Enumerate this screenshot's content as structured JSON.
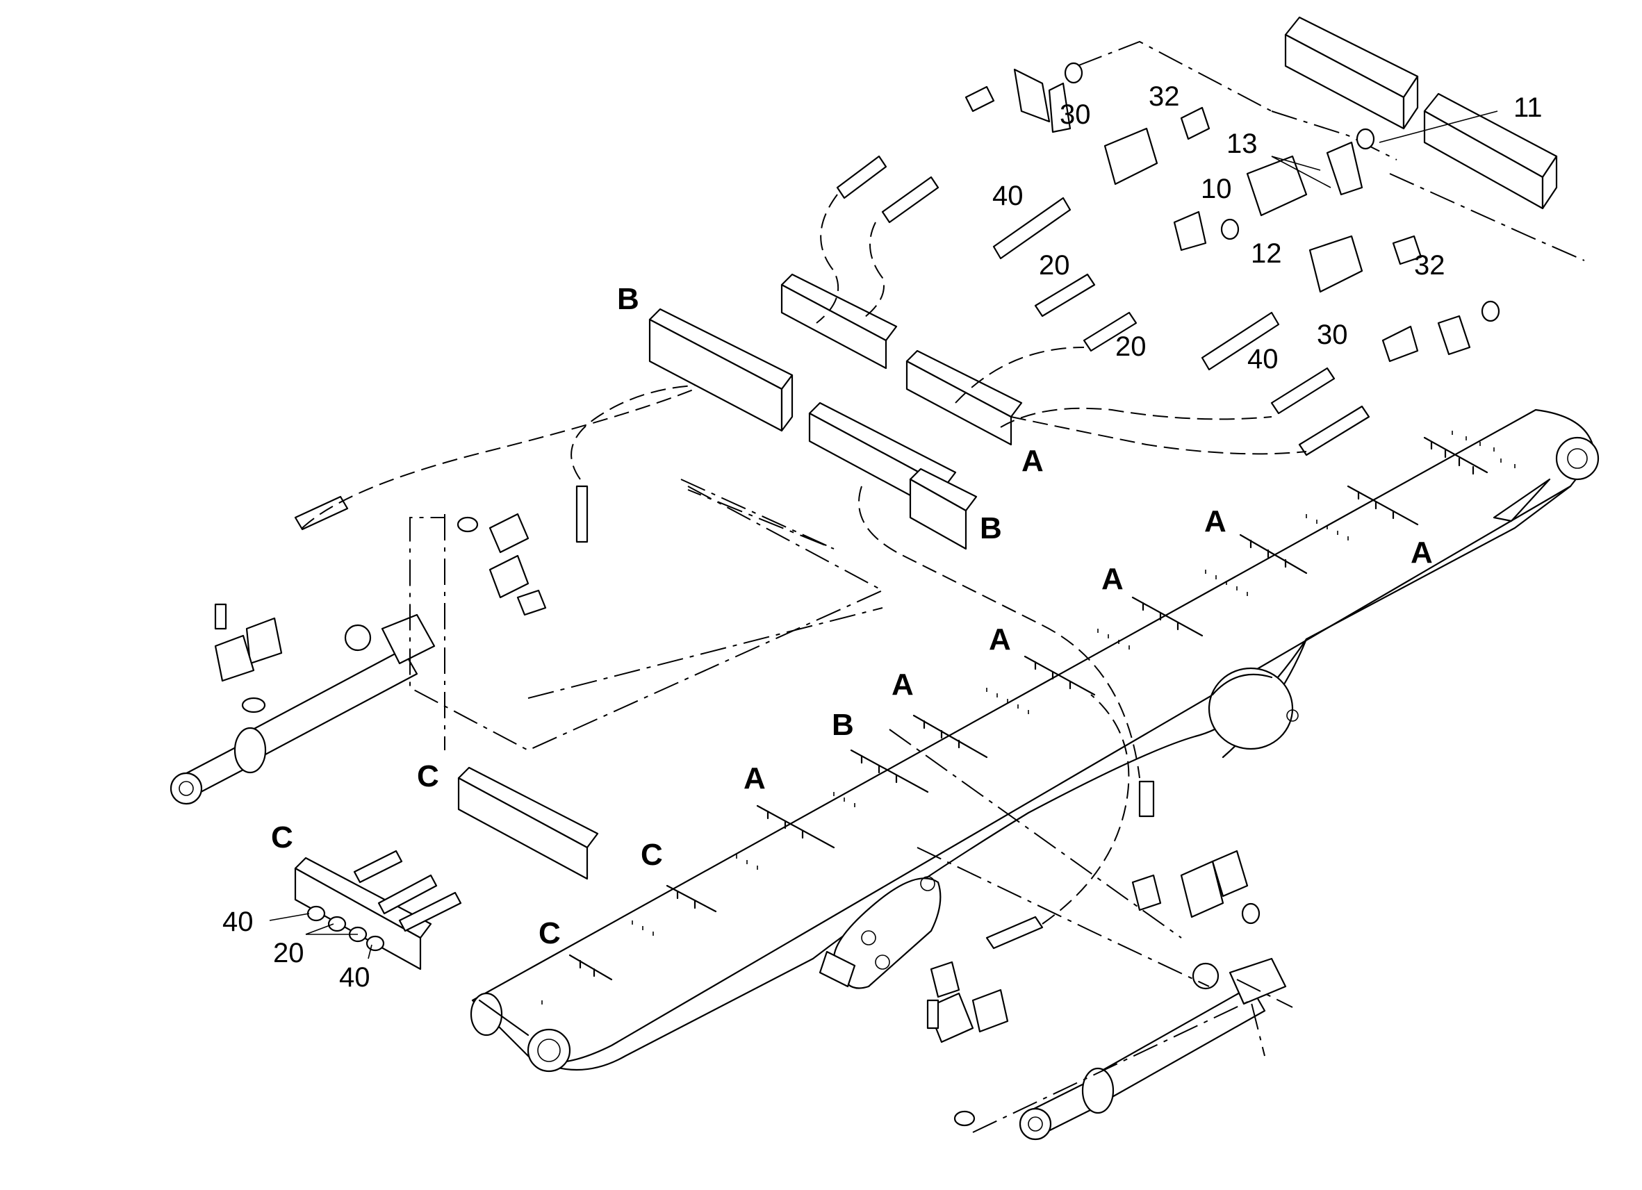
{
  "callouts": {
    "n11": "11",
    "n13": "13",
    "n10": "10",
    "n12": "12",
    "n30a": "30",
    "n32a": "32",
    "n40a": "40",
    "n20a": "20",
    "n20b": "20",
    "n40b": "40",
    "n30b": "30",
    "n32b": "32",
    "n40c": "40",
    "n20c": "20",
    "n40d": "40"
  },
  "clamp_labels": {
    "B1": "B",
    "A1": "A",
    "B2": "B",
    "A_top1": "A",
    "A_top2": "A",
    "A_top3": "A",
    "A_top4": "A",
    "A_top5": "A",
    "B_boom": "B",
    "A_boom": "A",
    "C_boom1": "C",
    "C_boom2": "C",
    "C_block1": "C",
    "C_block2": "C"
  }
}
